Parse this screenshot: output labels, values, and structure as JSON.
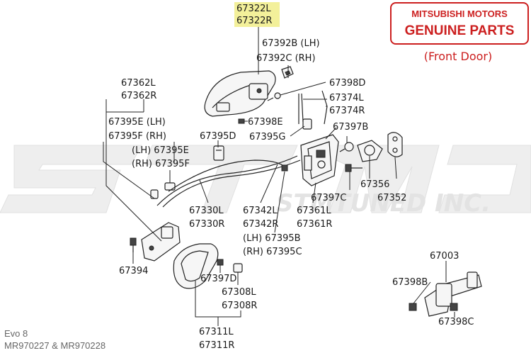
{
  "badge": {
    "line1": "MITSUBISHI MOTORS",
    "line2": "GENUINE PARTS",
    "subtitle": "(Front Door)",
    "color": "#cc1f1f"
  },
  "watermark": {
    "text": "STMTUNED INC."
  },
  "highlight_color": "#f3f09a",
  "footer": {
    "model": "Evo 8",
    "part_numbers": "MR970227  &  MR970228"
  },
  "labels": {
    "p67322": [
      "67322L",
      "67322R"
    ],
    "p67392": [
      "67392B (LH)",
      "67392C (RH)"
    ],
    "p67398D": "67398D",
    "p67374": [
      "67374L",
      "67374R"
    ],
    "p67362": [
      "67362L",
      "67362R"
    ],
    "p67395EF": [
      "67395E (LH)",
      "67395F (RH)"
    ],
    "p67398E": "67398E",
    "p67395G": "67395G",
    "p67397B": "67397B",
    "p67395D": "67395D",
    "p67395EF_b": [
      "(LH) 67395E",
      "(RH) 67395F"
    ],
    "p67356": "67356",
    "p67352": "67352",
    "p67397C": "67397C",
    "p67330": [
      "67330L",
      "67330R"
    ],
    "p67342": [
      "67342L",
      "67342R"
    ],
    "p67361": [
      "67361L",
      "67361R"
    ],
    "p67395BC": [
      "(LH) 67395B",
      "(RH) 67395C"
    ],
    "p67394": "67394",
    "p67397D": "67397D",
    "p67308": [
      "67308L",
      "67308R"
    ],
    "p67311": [
      "67311L",
      "67311R"
    ],
    "p67003": "67003",
    "p67398B": "67398B",
    "p67398C": "67398C"
  }
}
